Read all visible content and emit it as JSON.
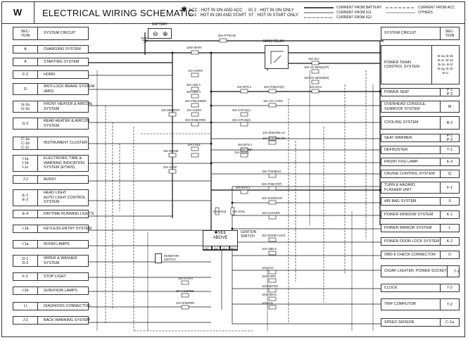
{
  "header": {
    "code": "W",
    "title": "ELECTRICAL WIRING SCHEMATIC",
    "key_symbol": "✱",
    "key_lines": [
      "ACC : HOT IN ON AND ACC",
      "IG 1 : HOT IN ON AND START"
    ],
    "key_lines2": [
      "IG 2 : HOT IN ON ONLY",
      "ST : HOT IN START ONLY"
    ],
    "current_legend": [
      "CURRENT FROM BATTERY",
      "CURRENT FROM IG1",
      "CURRENT FROM IG2"
    ],
    "current_legend2": [
      "CURRENT FROM ACC",
      "OTHERS"
    ]
  },
  "left_header": {
    "sec": "SEC-\nTION",
    "name": "SYSTEM CIRCUIT"
  },
  "right_header": {
    "sec": "SEC-\nTION",
    "name": "SYSTEM CIRCUIT"
  },
  "left_systems": [
    {
      "sec": "A",
      "name": "CHARGING SYSTEM"
    },
    {
      "sec": "A",
      "name": "STARTING SYSTEM"
    },
    {
      "sec": "F-2",
      "name": "HORN"
    },
    {
      "sec": "D",
      "name": "ANTI-LOCK BRAKE SYSTEM\n(ABS)"
    },
    {
      "sec": "G-1a\nG-1b",
      "name": "FRONT HEATER & AIRCON\nSYSTEM"
    },
    {
      "sec": "G-2",
      "name": "REAR HEATER & AIRCON\nSYSTEM"
    },
    {
      "sec": "C-1a\nC-1b\nC-1c",
      "name": "INSTRUMENT CLUSTER"
    },
    {
      "sec": "I-1a\nI-1b\nI-1c",
      "name": "ELECTRONIC TIME &\nWARNING INDICATION\nSYSTEM (ETWIS)"
    },
    {
      "sec": "J-1",
      "name": "AUDIO"
    },
    {
      "sec": "E-1\nE-2",
      "name": "HEAD LIGHT\nAUTO LIGHT CONTROL\nSYSTEM"
    },
    {
      "sec": "E-4",
      "name": "DAYTIME RUNNING LIGHTS"
    },
    {
      "sec": "I-1b",
      "name": "KEYLESS ENTRY SYSTEM"
    },
    {
      "sec": "I-1a",
      "name": "ROOM LAMPS"
    },
    {
      "sec": "D-1\nD-2",
      "name": "WIPER & WASHER\nSYSTEM"
    },
    {
      "sec": "F-2",
      "name": "STOP LIGHT"
    },
    {
      "sec": "I-2b",
      "name": "SUNVISOR LAMPS"
    },
    {
      "sec": "U",
      "name": "DIAGNOSIS CONNECTOR"
    },
    {
      "sec": "J-2",
      "name": "BACK WARNING SYSTEM"
    }
  ],
  "right_systems": [
    {
      "sec": "B-1a, B-1b\nB-1c, B-1d\nB-1e, B-1f\nB-1g, B-1h\nB-1i",
      "name": "POWER TRAIN\nCONTROL SYSTEM"
    },
    {
      "sec": "P-1\nP-2",
      "name": "POWER SEAT"
    },
    {
      "sec": "M",
      "name": "OVERHEAD CONSOLE,\nSUNROOF SYSTEM"
    },
    {
      "sec": "B-2",
      "name": "COOLING SYSTEM"
    },
    {
      "sec": "P-1\nP-2",
      "name": "SEAT WARMER"
    },
    {
      "sec": "T-1",
      "name": "DEFROSTER"
    },
    {
      "sec": "E-3",
      "name": "FRONT FOG LAMP"
    },
    {
      "sec": "Q",
      "name": "CRUISE CONTROL SYSTEM"
    },
    {
      "sec": "F-1",
      "name": "TURN & HAZARD\nFLASHER UNIT"
    },
    {
      "sec": "S",
      "name": "AIR BAG SYSTEM"
    },
    {
      "sec": "K-1",
      "name": "POWER WINDOW SYSTEM"
    },
    {
      "sec": "L",
      "name": "POWER MIRROR SYSTEM"
    },
    {
      "sec": "K-2",
      "name": "POWER DOOR LOCK SYSTEM"
    },
    {
      "sec": "U",
      "name": "OBD-II CHECK CONNECTOR"
    },
    {
      "sec": "T-2",
      "name": "CIGAR LIGHTER, POWER SOCKET"
    },
    {
      "sec": "T-2",
      "name": "CLOCK"
    },
    {
      "sec": "T-2",
      "name": "TRIP COMPUTOR"
    },
    {
      "sec": "C-1a",
      "name": "SPEED SENSOR"
    }
  ],
  "components": {
    "battery": "BATTERY",
    "main_relay": "MAIN RELAY",
    "ignition_switch": "IGNITION\nSWITCH",
    "see_above": "✱SEE\nABOVE",
    "ign_terms": [
      "ST",
      "IG2",
      "IG1",
      "ACC"
    ],
    "inhibitor": "INHIBITOR\nSWITCH"
  },
  "fuses": [
    "30A P/TRAIN",
    "100A MAIN",
    "15A INJ",
    "15A O2 SENS(UP)",
    "15A O2 SENS(DN)",
    "10A ECU",
    "10A HORN",
    "30A ABS 1",
    "30A ABS 2",
    "40A BTN 2",
    "20A P/SEAT(D)",
    "15A A/C CONT",
    "30A F/BLOWER",
    "10A MEMORY",
    "10A AUDIO",
    "40A C/FAN(1)",
    "30A R/HEATER",
    "40A C/FAN(2)",
    "10A S/WARM LH",
    "10A S/WARM RH",
    "15A FUEL",
    "40A BTN 1",
    "15A ROOM",
    "15A DEF",
    "15A F/FOG",
    "20A STOP",
    "15A F/SHIELD",
    "20A P/SEAT(P)",
    "40A BTN 3",
    "20A SUNROOF",
    "15A HAZARD",
    "30A IGN2",
    "30A IGN1",
    "20A DOOR LOCK",
    "10A OBD-II",
    "10A ACC",
    "15A START",
    "10A TURN",
    "10A METER",
    "20A F/WIPER",
    "10A A/BAG",
    "10A R/WIPER",
    "10A CIG"
  ]
}
